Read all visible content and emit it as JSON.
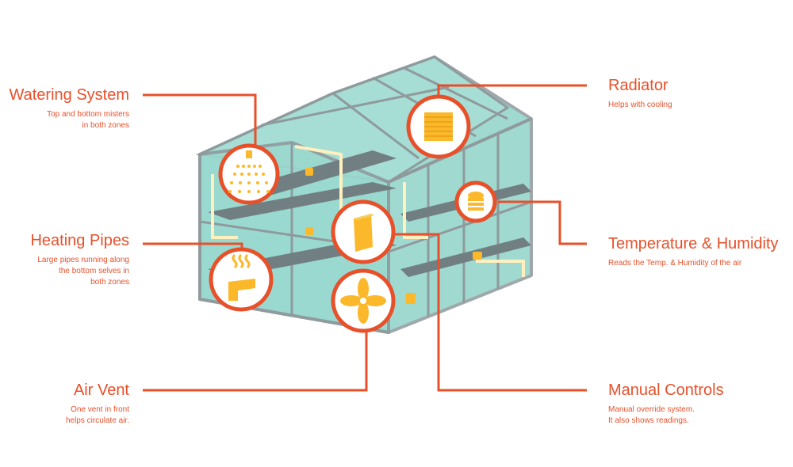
{
  "colors": {
    "accent": "#e8502a",
    "glass": "#8fd3c8",
    "frame": "#8f9a9d",
    "icon": "#fbb82a",
    "shelf": "#717f82"
  },
  "labels": {
    "watering": {
      "title": "Watering System",
      "desc": "Top and bottom misters\nin both zones",
      "icon": "sprinkler-icon"
    },
    "heating": {
      "title": "Heating Pipes",
      "desc": "Large pipes running along\nthe bottom selves in\nboth zones",
      "icon": "heating-pipe-icon"
    },
    "airvent": {
      "title": "Air Vent",
      "desc": "One vent in front\nhelps circulate air.",
      "icon": "fan-icon"
    },
    "radiator": {
      "title": "Radiator",
      "desc": "Helps with cooling",
      "icon": "radiator-icon"
    },
    "temp": {
      "title": "Temperature & Humidity",
      "desc": "Reads the Temp. & Humidity of the air",
      "icon": "sensor-icon"
    },
    "manual": {
      "title": "Manual Controls",
      "desc": "Manual override system.\nIt also shows readings.",
      "icon": "control-panel-icon"
    }
  }
}
